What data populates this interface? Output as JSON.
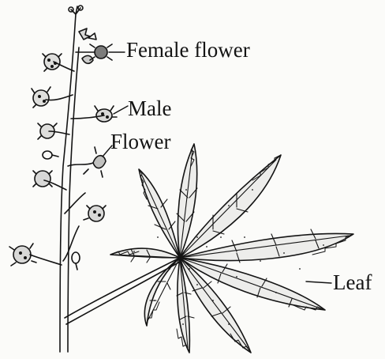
{
  "figure": {
    "labels": {
      "female_flower": "Female flower",
      "male": "Male",
      "flower": "Flower",
      "leaf": "Leaf"
    },
    "colors": {
      "ink": "#141414",
      "paper": "#fbfbf9"
    }
  }
}
